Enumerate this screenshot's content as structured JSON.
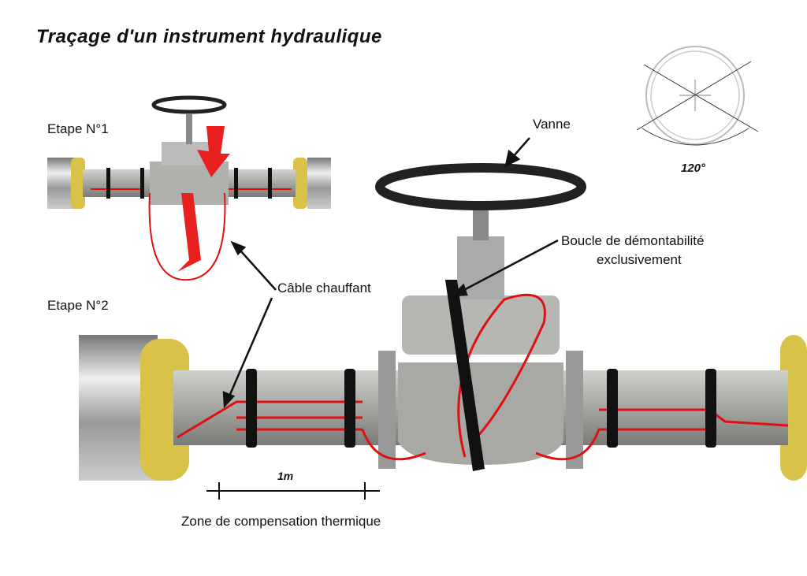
{
  "title": "Traçage d'un instrument hydraulique",
  "labels": {
    "step1": "Etape N°1",
    "step2": "Etape N°2",
    "valve": "Vanne",
    "loop_line1": "Boucle de démontabilité",
    "loop_line2": "exclusivement",
    "cable": "Câble chauffant",
    "scale": "1m",
    "zone": "Zone de compensation thermique",
    "angle": "120°"
  },
  "colors": {
    "cable": "#e01010",
    "flange": "#d8c24a",
    "pipe": "#a8a8a4",
    "strap": "#111111"
  }
}
